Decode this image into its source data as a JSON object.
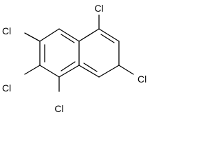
{
  "molecule": {
    "bond_color": "#000000",
    "atoms": {
      "cl_top": "Cl",
      "cl_upper_left": "Cl",
      "cl_mid_left": "Cl",
      "cl_bottom": "Cl",
      "cl_right": "Cl"
    }
  }
}
